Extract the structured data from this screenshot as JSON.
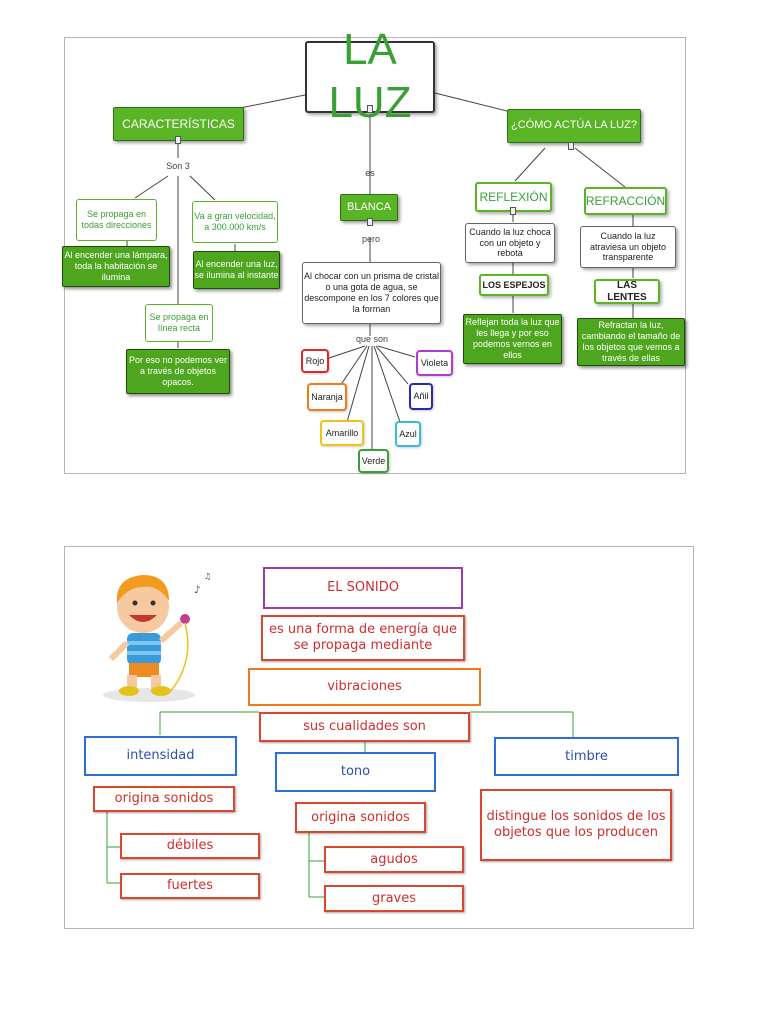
{
  "luz": {
    "title": "LA LUZ",
    "caracteristicas": "CARACTERÍSTICAS",
    "son3": "Son 3",
    "props": {
      "todas": "Se propaga en todas direcciones",
      "todas_ex": "Al encender una lámpara, toda la habitación se ilumina",
      "velocidad": "Va a gran velocidad, a 300.000 km/s",
      "velocidad_ex": "Al encender una luz, se ilumina al instante",
      "recta": "Se propaga en línea recta",
      "recta_ex": "Por eso no podemos ver a través de objetos opacos."
    },
    "es": "es",
    "blanca": "BLANCA",
    "pero": "pero",
    "prisma": "Al chocar con un prisma de cristal o una gota de agua, se descompone en los 7 colores que la forman",
    "que_son": "que son",
    "colors": [
      {
        "name": "Rojo",
        "border": "#e02a2a"
      },
      {
        "name": "Naranja",
        "border": "#f07d1a"
      },
      {
        "name": "Amarillo",
        "border": "#f0c21a"
      },
      {
        "name": "Verde",
        "border": "#3aa035"
      },
      {
        "name": "Azul",
        "border": "#3ab8e0"
      },
      {
        "name": "Añil",
        "border": "#2a2ab0"
      },
      {
        "name": "Violeta",
        "border": "#b13ad0"
      }
    ],
    "actua": "¿CÓMO ACTÚA LA LUZ?",
    "reflexion": "REFLEXIÓN",
    "refraccion": "REFRACCIÓN",
    "reflexion_desc": "Cuando la luz choca con un objeto y rebota",
    "refraccion_desc": "Cuando la luz atraviesa un objeto transparente",
    "espejos": "LOS ESPEJOS",
    "lentes": "LAS LENTES",
    "espejos_ex": "Reflejan toda la luz que les llega y por eso podemos vernos en ellos",
    "lentes_ex": "Refractan la luz, cambiando el tamaño de los objetos que vemos a través de ellas"
  },
  "sonido": {
    "title": "EL SONIDO",
    "def": "es una forma de energía que se propaga mediante",
    "vibraciones": "vibraciones",
    "cualidades": "sus cualidades son",
    "intensidad": "intensidad",
    "tono": "tono",
    "timbre": "timbre",
    "origina1": "origina sonidos",
    "origina2": "origina sonidos",
    "debiles": "débiles",
    "fuertes": "fuertes",
    "agudos": "agudos",
    "graves": "graves",
    "timbre_desc": "distingue los sonidos de los objetos que los producen"
  },
  "colors": {
    "green": "#5ab526",
    "red": "#d9472f",
    "blue": "#2b6ed8",
    "orange": "#f07a1a",
    "purple": "#9a3db0"
  }
}
